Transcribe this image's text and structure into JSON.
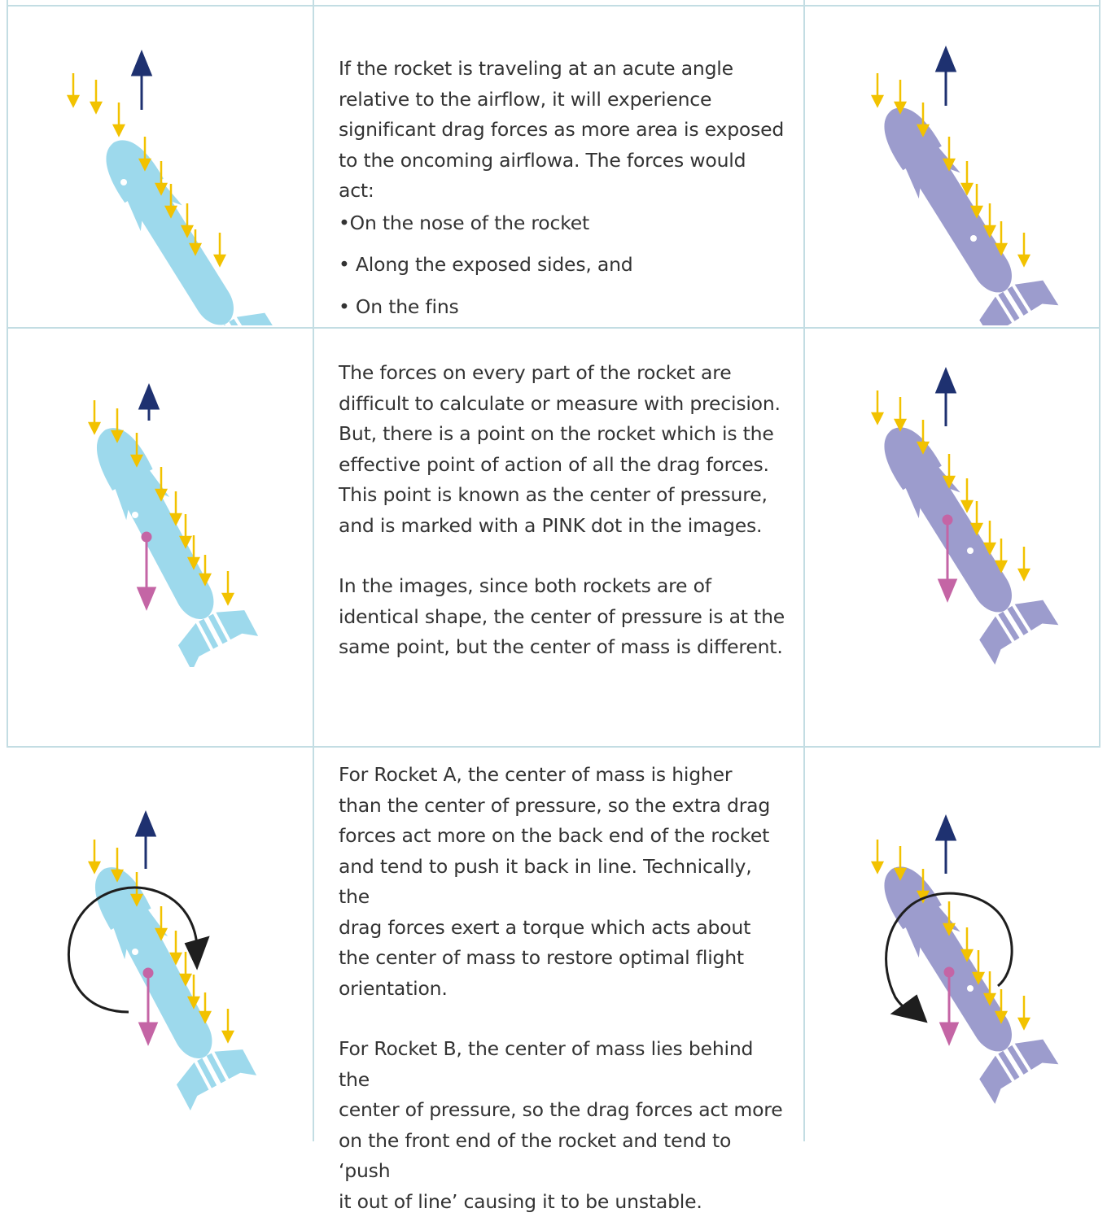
{
  "colors": {
    "border": "#c3dde3",
    "rocket_a": "#9dd9ec",
    "rocket_b": "#9c9ccd",
    "airflow_arrow": "#f2c200",
    "thrust_arrow": "#1e3170",
    "pressure": "#c465a5",
    "torque": "#1e1e1e"
  },
  "rows": [
    {
      "text": [
        "If the rocket is traveling at an acute angle",
        "relative to the airflow, it will experience",
        "significant drag forces as more area is exposed",
        "to the oncoming airflowa. The forces would act:"
      ],
      "bullets": [
        "•On the nose of the rocket",
        "• Along the exposed sides, and",
        "• On the fins"
      ]
    },
    {
      "paragraphs": [
        [
          "The forces on every part of the rocket are",
          "difficult to calculate or measure with precision.",
          "But, there is a point on the rocket which is the",
          "effective point of action of all the drag forces.",
          "This point is known as the center of pressure,",
          "and is marked with a PINK dot in the images."
        ],
        [
          "In the images, since both rockets are of",
          "identical shape, the center of pressure is at the",
          "same point, but the center of mass is different."
        ]
      ]
    },
    {
      "paragraphs": [
        [
          "For Rocket A, the center of mass is higher",
          "than the center of pressure, so the extra drag",
          "forces act more on the back end of the rocket",
          "and tend to push it back in line. Technically, the",
          "drag forces exert a torque which acts about",
          "the center of mass to restore optimal flight",
          "orientation."
        ],
        [
          "For Rocket B, the center of mass lies behind the",
          "center of pressure, so the drag forces act more",
          "on the front end of the rocket and tend to ‘push",
          "it out of line’ causing it to be unstable."
        ]
      ]
    }
  ]
}
